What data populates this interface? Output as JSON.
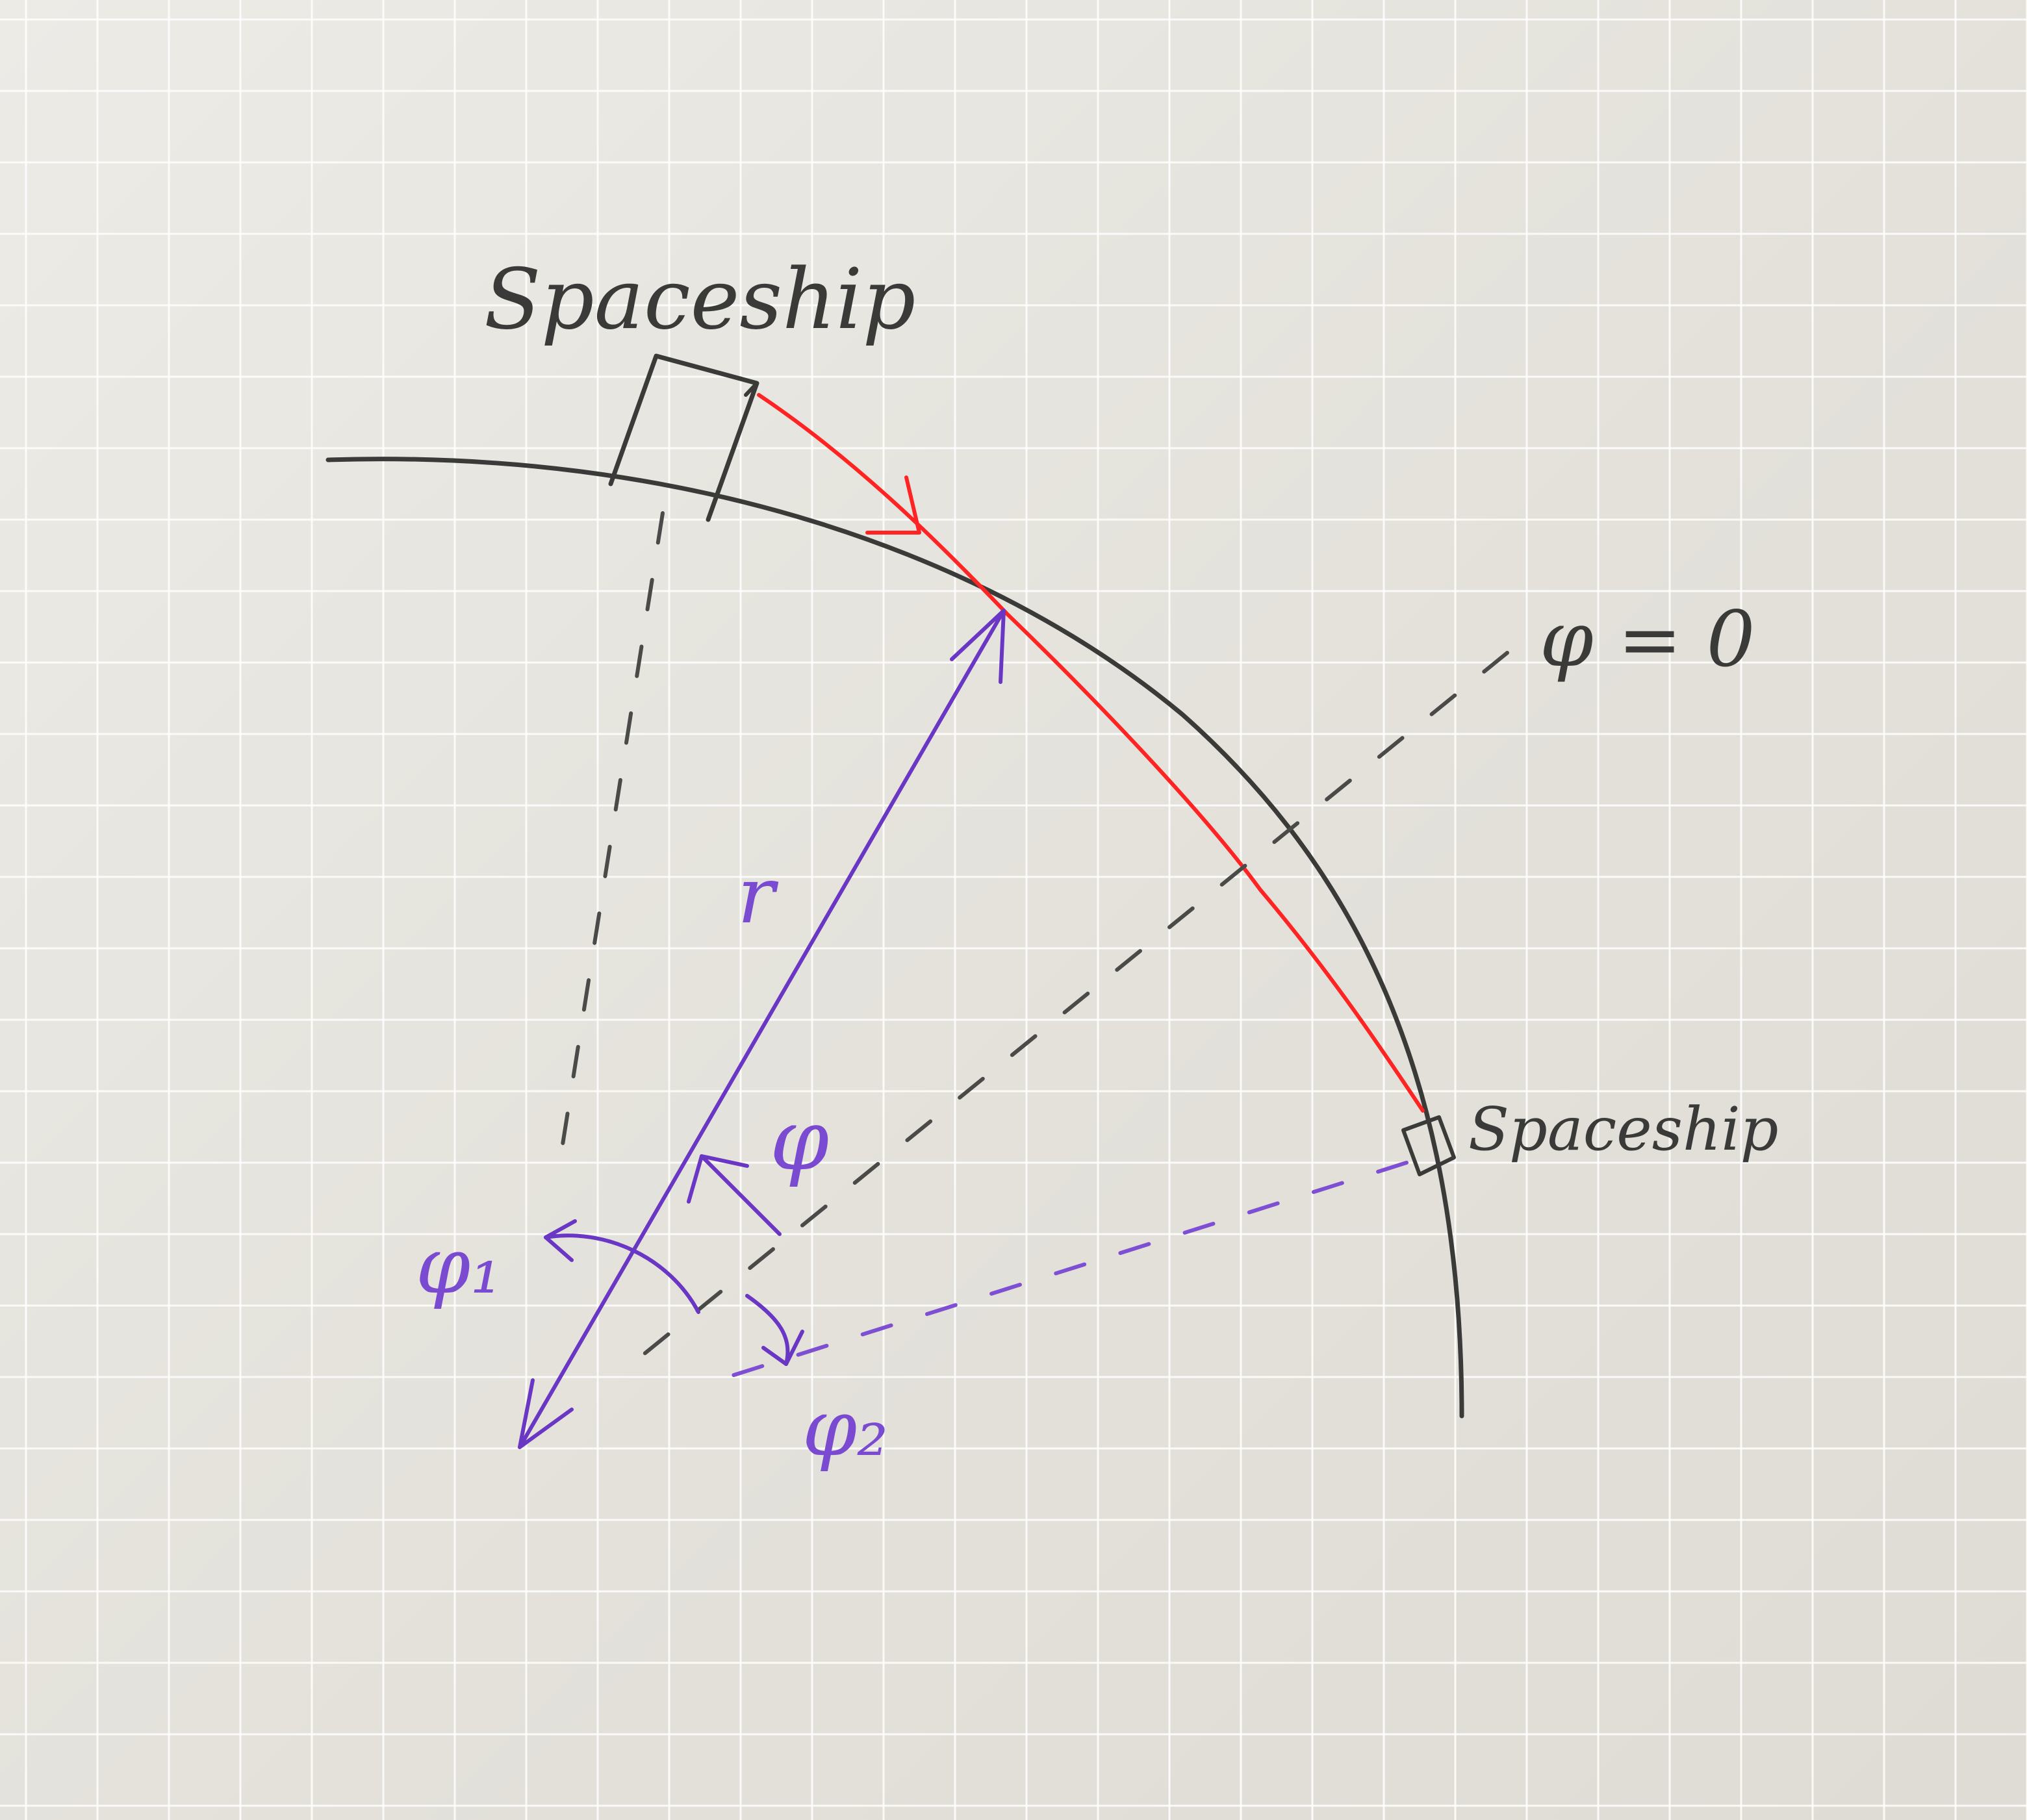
{
  "labels": {
    "spaceship": "Spaceship",
    "phi_zero": "φ = 0",
    "r": "r",
    "phi": "φ",
    "phi1": "φ₁",
    "phi2": "φ₂",
    "spaceship_small": "Spaceship"
  },
  "colors": {
    "paper": "#e7e5df",
    "grid": "#ffffff",
    "ink": "#3a3a38",
    "purple": "#6a36c4",
    "red": "#ff2424"
  }
}
